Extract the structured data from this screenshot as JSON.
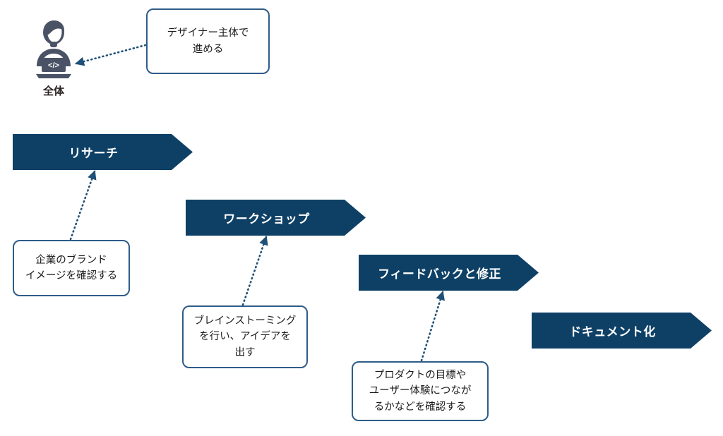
{
  "diagram": {
    "type": "process-flow",
    "title": "",
    "colors": {
      "chevron_fill": "#0e4066",
      "chevron_text": "#ffffff",
      "note_border": "#2e5c8a",
      "note_fill": "#ffffff",
      "connector": "#1f5077",
      "actor_icon": "#4a5366",
      "background": "#ffffff"
    },
    "actor": {
      "icon_name": "developer-person-laptop-icon",
      "label": "全体",
      "screen_glyph": "</>"
    },
    "phases": [
      {
        "id": "research",
        "label": "リサーチ"
      },
      {
        "id": "workshop",
        "label": "ワークショップ"
      },
      {
        "id": "feedback",
        "label": "フィードバックと修正"
      },
      {
        "id": "document",
        "label": "ドキュメント化"
      }
    ],
    "notes": [
      {
        "id": "note-overall",
        "lines": [
          "デザイナー主体で",
          "進める"
        ],
        "attached_to": "全体"
      },
      {
        "id": "note-research",
        "lines": [
          "企業のブランド",
          "イメージを確認する"
        ],
        "attached_to": "リサーチ"
      },
      {
        "id": "note-workshop",
        "lines": [
          "ブレインストーミング",
          "を行い、アイデアを",
          "出す"
        ],
        "attached_to": "ワークショップ"
      },
      {
        "id": "note-feedback",
        "lines": [
          "プロダクトの目標や",
          "ユーザー体験につなが",
          "るかなどを確認する"
        ],
        "attached_to": "フィードバックと修正"
      }
    ],
    "connectors": [
      {
        "id": "conn-overall",
        "from": "note-overall",
        "to": "全体",
        "style": "dotted",
        "arrow": "end"
      },
      {
        "id": "conn-research",
        "from": "note-research",
        "to": "リサーチ",
        "style": "dotted",
        "arrow": "end"
      },
      {
        "id": "conn-workshop",
        "from": "note-workshop",
        "to": "ワークショップ",
        "style": "dotted",
        "arrow": "end"
      },
      {
        "id": "conn-feedback",
        "from": "note-feedback",
        "to": "フィードバックと修正",
        "style": "dotted",
        "arrow": "end"
      }
    ]
  }
}
